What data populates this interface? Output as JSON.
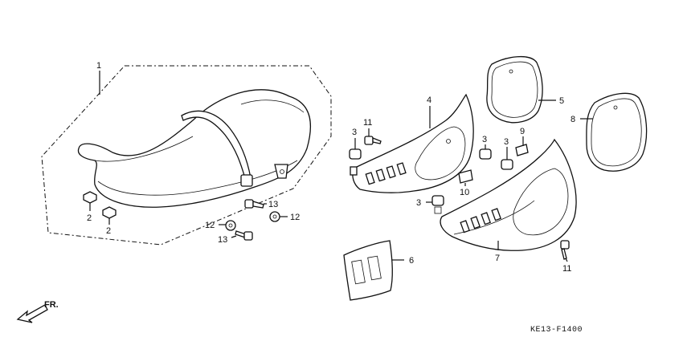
{
  "callouts": {
    "c1": "1",
    "c2a": "2",
    "c2b": "2",
    "c3a": "3",
    "c3b": "3",
    "c3c": "3",
    "c4": "4",
    "c5": "5",
    "c6": "6",
    "c7": "7",
    "c8": "8",
    "c9": "9",
    "c10": "10",
    "c11a": "11",
    "c11b": "11",
    "c12a": "12",
    "c12b": "12",
    "c13a": "13",
    "c13b": "13"
  },
  "direction_label": "FR.",
  "diagram_code": "KE13-F1400"
}
